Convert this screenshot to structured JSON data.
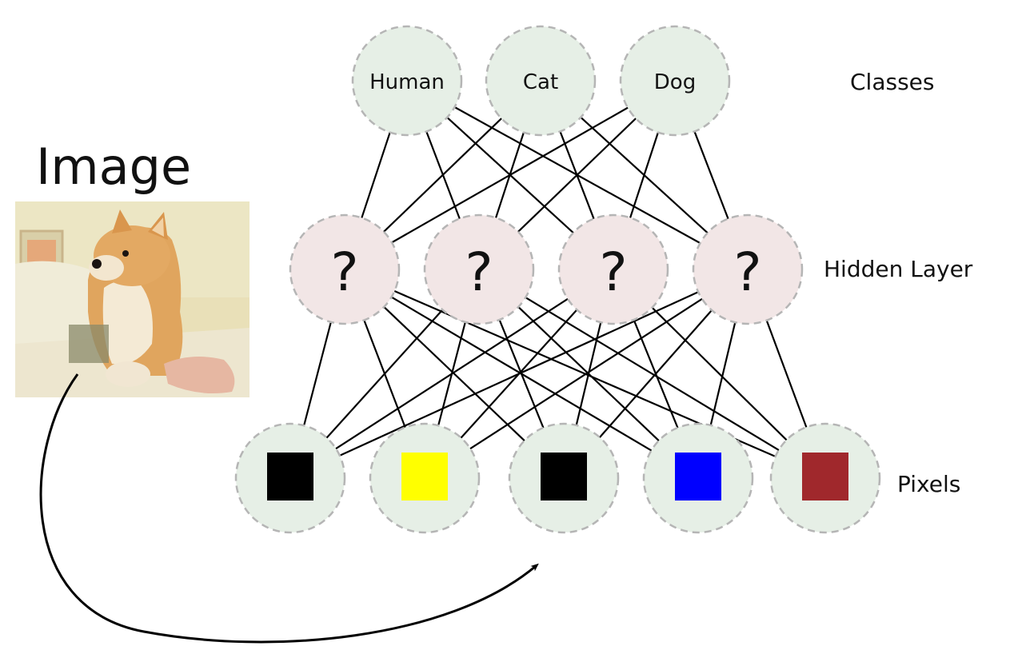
{
  "title": "Image",
  "layers": {
    "classes": {
      "label": "Classes",
      "nodes": [
        "Human",
        "Cat",
        "Dog"
      ]
    },
    "hidden": {
      "label": "Hidden Layer",
      "nodes": [
        "?",
        "?",
        "?",
        "?"
      ]
    },
    "pixels": {
      "label": "Pixels",
      "colors": [
        "#000000",
        "#ffff00",
        "#000000",
        "#0000ff",
        "#a0282c"
      ]
    }
  },
  "colors": {
    "output_fill": "#e6efe6",
    "hidden_fill": "#f2e6e6",
    "input_fill": "#e6efe6",
    "node_stroke": "#b5b5b5",
    "edge": "#000000"
  },
  "image_description_icon": "shiba-inu-dog-photo"
}
